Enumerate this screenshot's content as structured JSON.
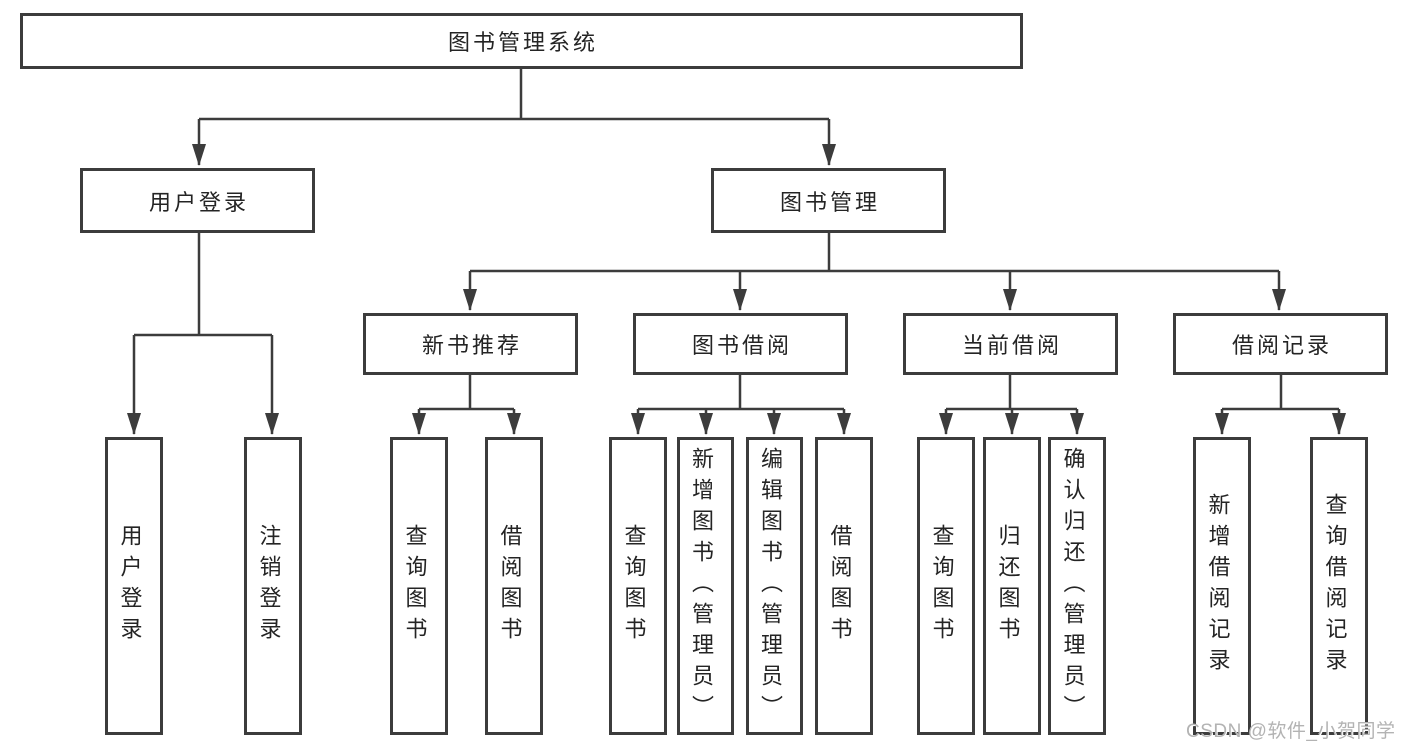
{
  "diagram_title": "图书管理系统",
  "tree": {
    "root": {
      "label": "图书管理系统"
    },
    "branches": [
      {
        "label": "用户登录",
        "children": [
          {
            "label": "用户登录"
          },
          {
            "label": "注销登录"
          }
        ]
      },
      {
        "label": "图书管理",
        "children": [
          {
            "label": "新书推荐",
            "children": [
              {
                "label": "查询图书"
              },
              {
                "label": "借阅图书"
              }
            ]
          },
          {
            "label": "图书借阅",
            "children": [
              {
                "label": "查询图书"
              },
              {
                "label": "新增图书（管理员）"
              },
              {
                "label": "编辑图书（管理员）"
              },
              {
                "label": "借阅图书"
              }
            ]
          },
          {
            "label": "当前借阅",
            "children": [
              {
                "label": "查询图书"
              },
              {
                "label": "归还图书"
              },
              {
                "label": "确认归还（管理员）"
              }
            ]
          },
          {
            "label": "借阅记录",
            "children": [
              {
                "label": "新增借阅记录"
              },
              {
                "label": "查询借阅记录"
              }
            ]
          }
        ]
      }
    ]
  },
  "watermark": {
    "text": "CSDN @软件_小贺同学"
  },
  "colors": {
    "line": "#3c3c3c",
    "text": "#242424",
    "watermark": "#b3b3b3",
    "background": "#ffffff"
  }
}
